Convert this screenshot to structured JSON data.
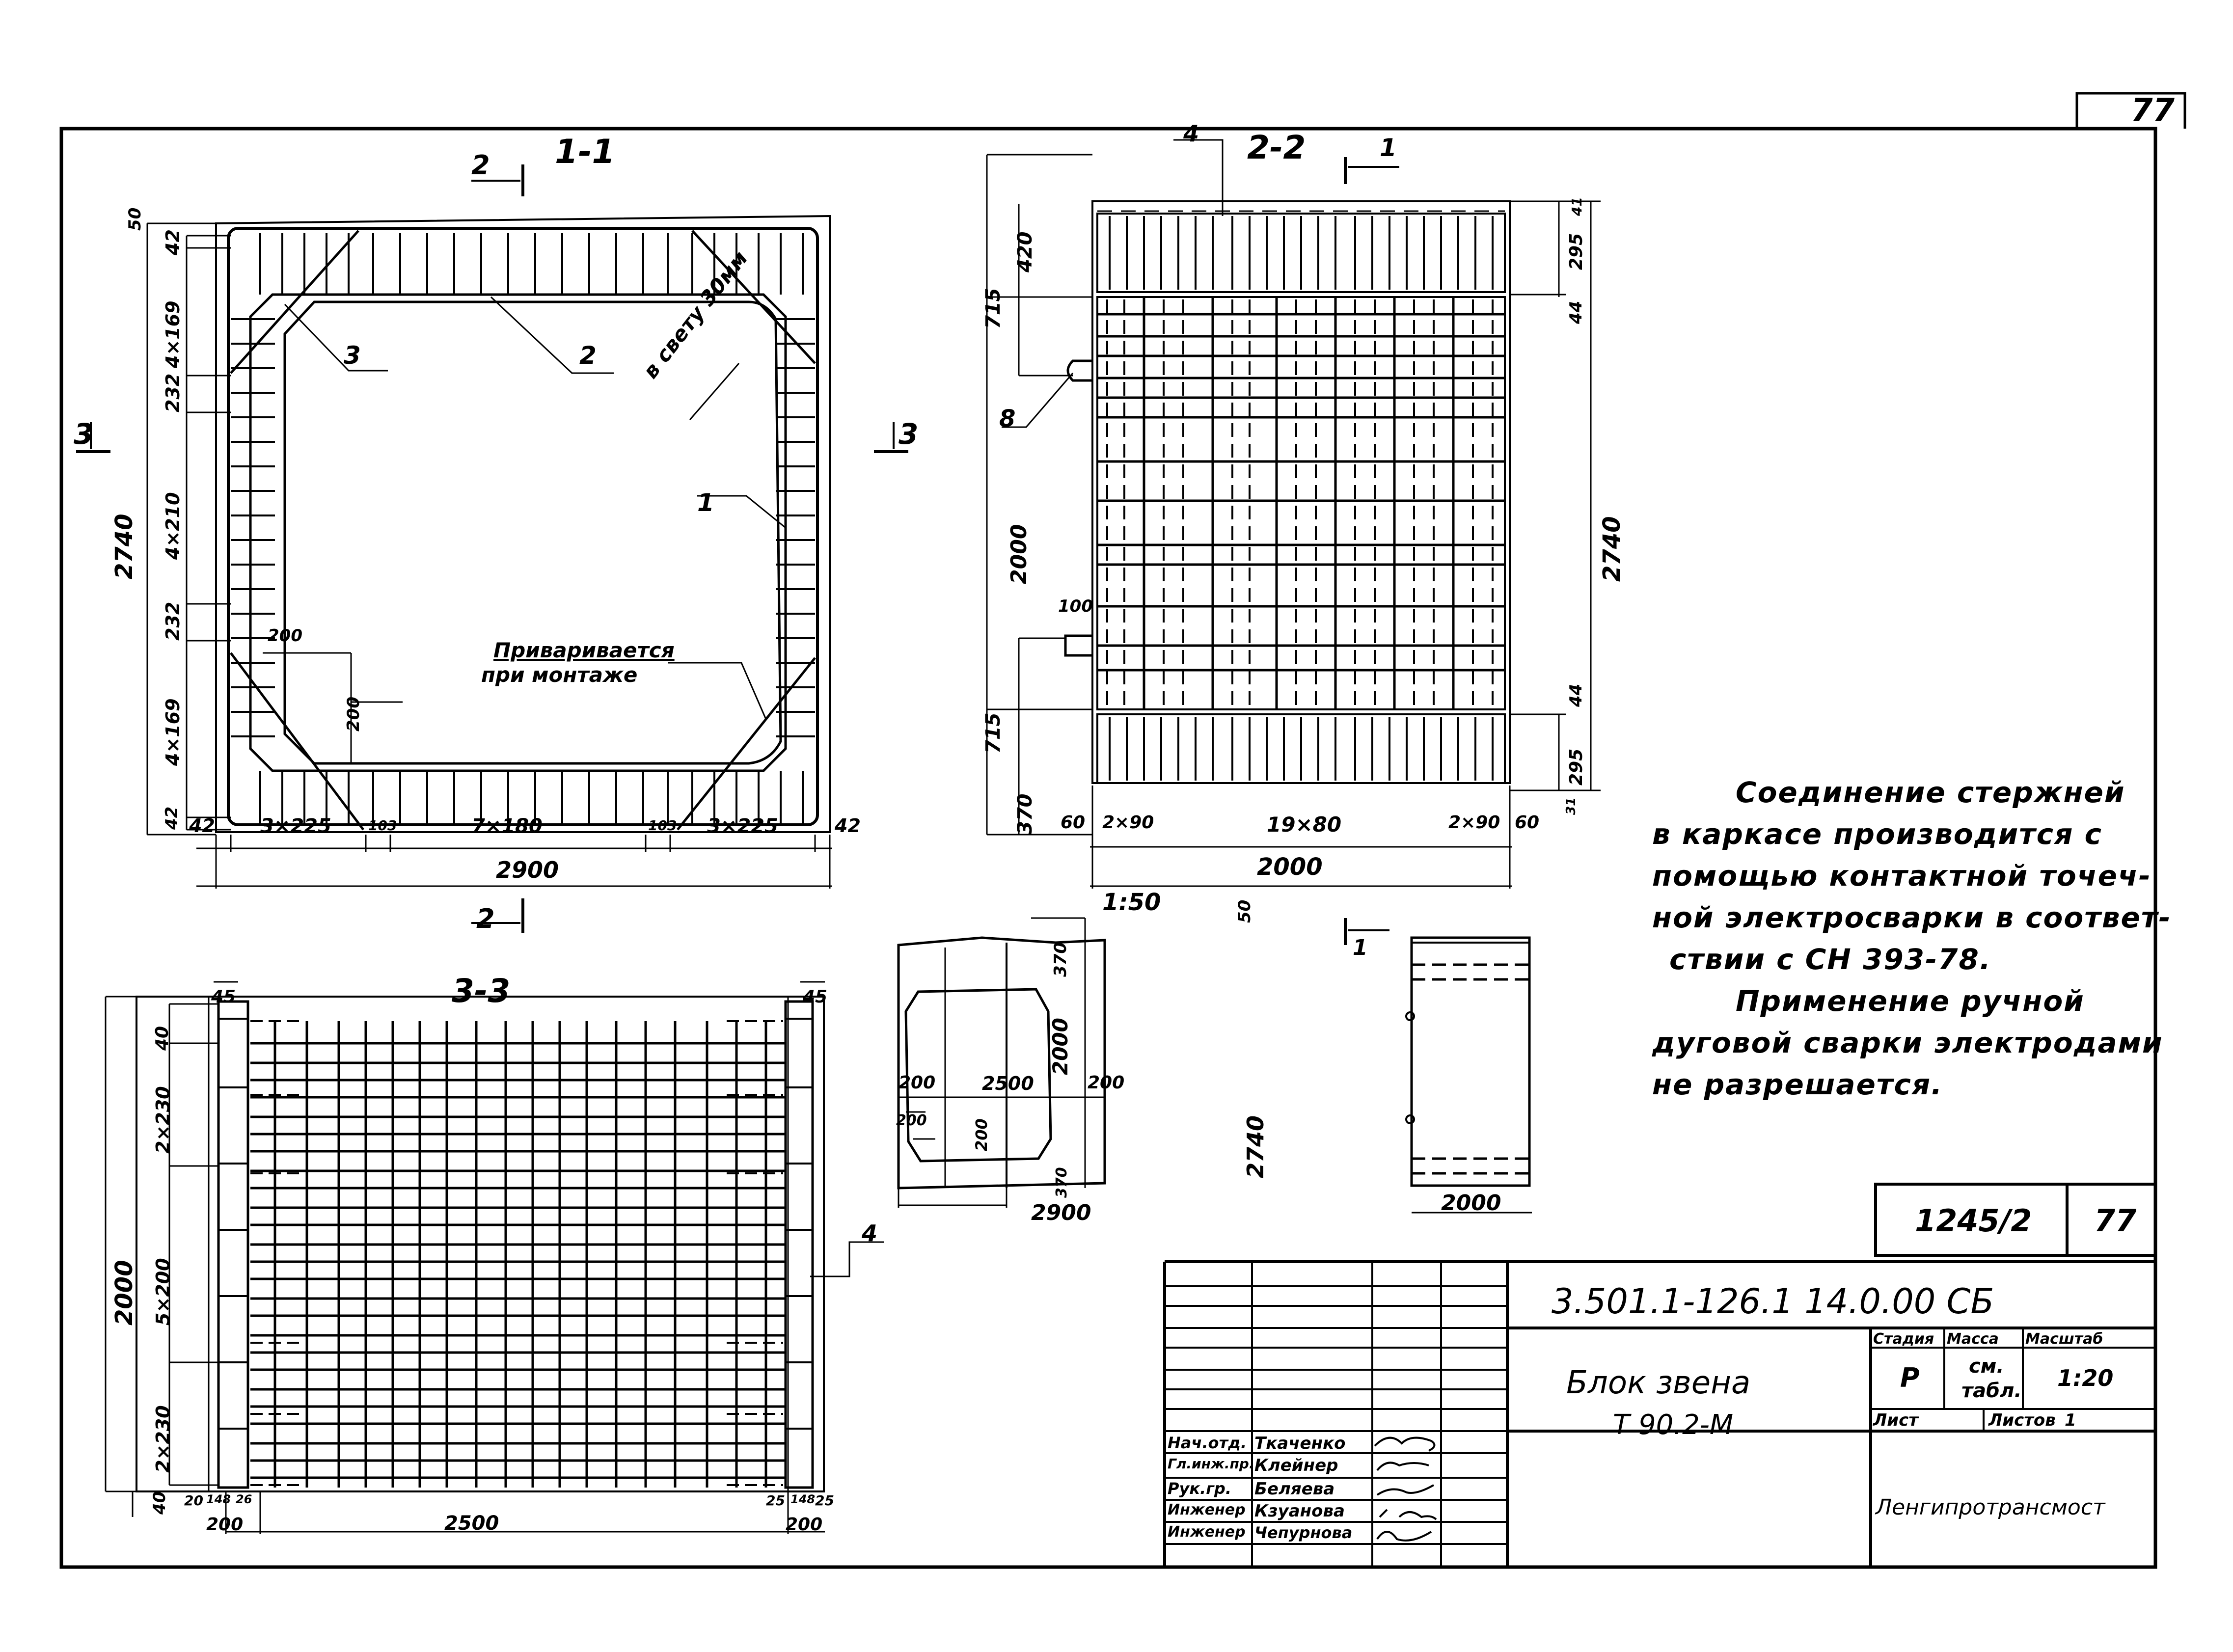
{
  "sheet": {
    "corner_number": "77",
    "colors": {
      "ink": "#000000",
      "paper": "#ffffff"
    }
  },
  "section_1_1": {
    "title": "1-1",
    "cut_mark_top": "2",
    "cut_mark_bottom": "2",
    "cut_mark_left": "3",
    "cut_mark_right": "3",
    "leaders": {
      "item_1": "1",
      "item_2": "2",
      "item_3": "3"
    },
    "clearance_note": "в свету 30мм",
    "weld_note_line1": "Приваривается",
    "weld_note_line2": "при монтаже",
    "chamfer_h": "200",
    "chamfer_v": "200",
    "dims_left": [
      "50",
      "42",
      "4×169",
      "232",
      "4×210",
      "232",
      "4×169",
      "42"
    ],
    "dim_total_height": "2740",
    "dims_bottom": [
      "42",
      "3×225",
      "103",
      "7×180",
      "103",
      "3×225",
      "42"
    ],
    "dim_total_width": "2900"
  },
  "section_2_2": {
    "title": "2-2",
    "cut_mark": "1",
    "leader_4": "4",
    "leader_8": "8",
    "dims_left_outer": [
      "715",
      "2000",
      "715"
    ],
    "dims_left_inner": [
      "420",
      "370"
    ],
    "dim_loop": "100",
    "dims_right": [
      "41",
      "295",
      "44",
      "44",
      "295",
      "31"
    ],
    "dim_total_height": "2740",
    "dims_bottom": [
      "60",
      "2×90",
      "19×80",
      "2×90",
      "60"
    ],
    "dim_total_width": "2000"
  },
  "section_3_3": {
    "title": "3-3",
    "dims_top": [
      "45",
      "45"
    ],
    "dims_left": [
      "40",
      "2×230",
      "5×200",
      "2×230",
      "40"
    ],
    "dim_total_height": "2000",
    "leader_4": "4",
    "dims_bottom_small": [
      "20",
      "148",
      "26",
      "25",
      "148",
      "25"
    ],
    "dims_bottom": [
      "200",
      "2500",
      "200"
    ]
  },
  "overview": {
    "scale": "1:50",
    "front": {
      "dim_top_tilt": "50",
      "dim_370_top": "370",
      "dim_2000": "2000",
      "dim_200_left": "200",
      "dim_2500": "2500",
      "dim_200_right": "200",
      "dim_chamfer_h": "200",
      "dim_chamfer_v": "200",
      "dim_370_bottom": "370",
      "dim_2740": "2740",
      "dim_2900": "2900"
    },
    "side": {
      "cut_mark": "1",
      "dim_2000": "2000"
    }
  },
  "notes": {
    "lines": [
      "Соединение стержней",
      "в каркасе производится с",
      "помощью контактной точеч-",
      "ной электросварки в соответ-",
      "ствии с СН 393-78.",
      "Применение ручной",
      "дуговой сварки электродами",
      "не разрешается."
    ]
  },
  "title_block": {
    "archive_number": "1245/2",
    "sheet_code": "77",
    "document_code": "3.501.1-126.1  14.0.00 СБ",
    "name_line1": "Блок звена",
    "name_line2": "Т 90.2-М",
    "headers": {
      "stage": "Стадия",
      "mass": "Масса",
      "scale": "Масштаб"
    },
    "values": {
      "stage": "Р",
      "mass_line1": "см.",
      "mass_line2": "табл.",
      "scale": "1:20"
    },
    "sheet_label": "Лист",
    "sheets_label": "Листов",
    "sheets_count": "1",
    "organization": "Ленгипротрансмост",
    "signatures": [
      {
        "role": "Нач.отд.",
        "name": "Ткаченко"
      },
      {
        "role": "Гл.инж.пр.",
        "name": "Клейнер"
      },
      {
        "role": "Рук.гр.",
        "name": "Беляева"
      },
      {
        "role": "Инженер",
        "name": "Кзуанова"
      },
      {
        "role": "Инженер",
        "name": "Чепурнова"
      }
    ]
  }
}
